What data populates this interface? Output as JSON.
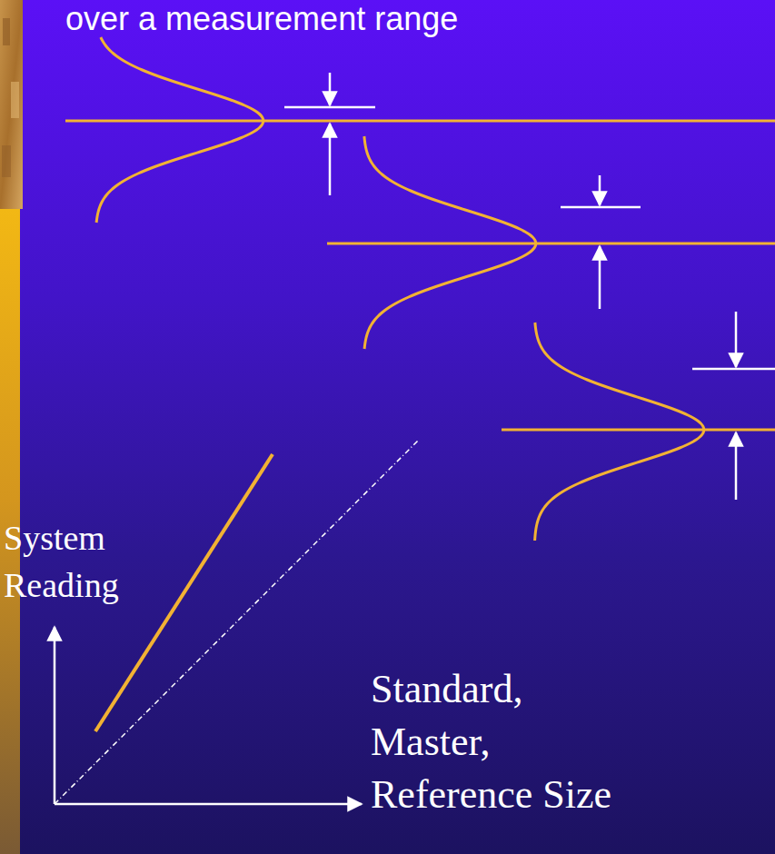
{
  "diagram": {
    "labels": [
      "over a measurement range",
      "System Reading",
      "Standard, Master, Reference Size"
    ]
  }
}
